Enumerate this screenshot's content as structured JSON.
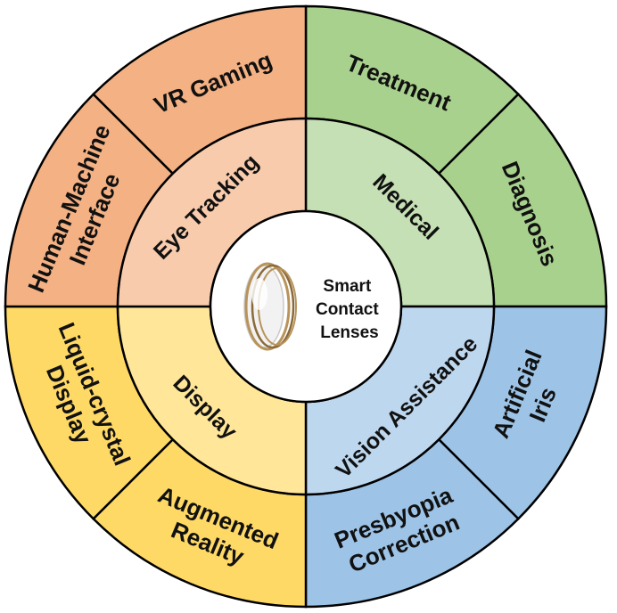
{
  "center": {
    "lines": [
      "Smart",
      "Contact",
      "Lenses"
    ]
  },
  "segments": [
    {
      "label": [
        "Medical"
      ],
      "fill_inner": "#c5e0b4",
      "fill_outer": "#a9d18e",
      "sub": [
        {
          "label": [
            "Treatment"
          ]
        },
        {
          "label": [
            "Diagnosis"
          ]
        }
      ]
    },
    {
      "label": [
        "Vision Assistance"
      ],
      "fill_inner": "#bdd7ee",
      "fill_outer": "#9dc3e6",
      "sub": [
        {
          "label": [
            "Artificial",
            "Iris"
          ]
        },
        {
          "label": [
            "Presbyopia",
            "Correction"
          ]
        }
      ]
    },
    {
      "label": [
        "Display"
      ],
      "fill_inner": "#ffe699",
      "fill_outer": "#ffd966",
      "sub": [
        {
          "label": [
            "Augmented",
            "Reality"
          ]
        },
        {
          "label": [
            "Liquid-crystal",
            "Display"
          ]
        }
      ]
    },
    {
      "label": [
        "Eye Tracking"
      ],
      "fill_inner": "#f8cbad",
      "fill_outer": "#f4b183",
      "sub": [
        {
          "label": [
            "Human-Machine",
            "Interface"
          ]
        },
        {
          "label": [
            "VR Gaming"
          ]
        }
      ]
    }
  ],
  "colors": {
    "stroke": "#000000",
    "lens_ring": "#b8935a"
  },
  "icons": {
    "center": "contact-lens-icon"
  }
}
